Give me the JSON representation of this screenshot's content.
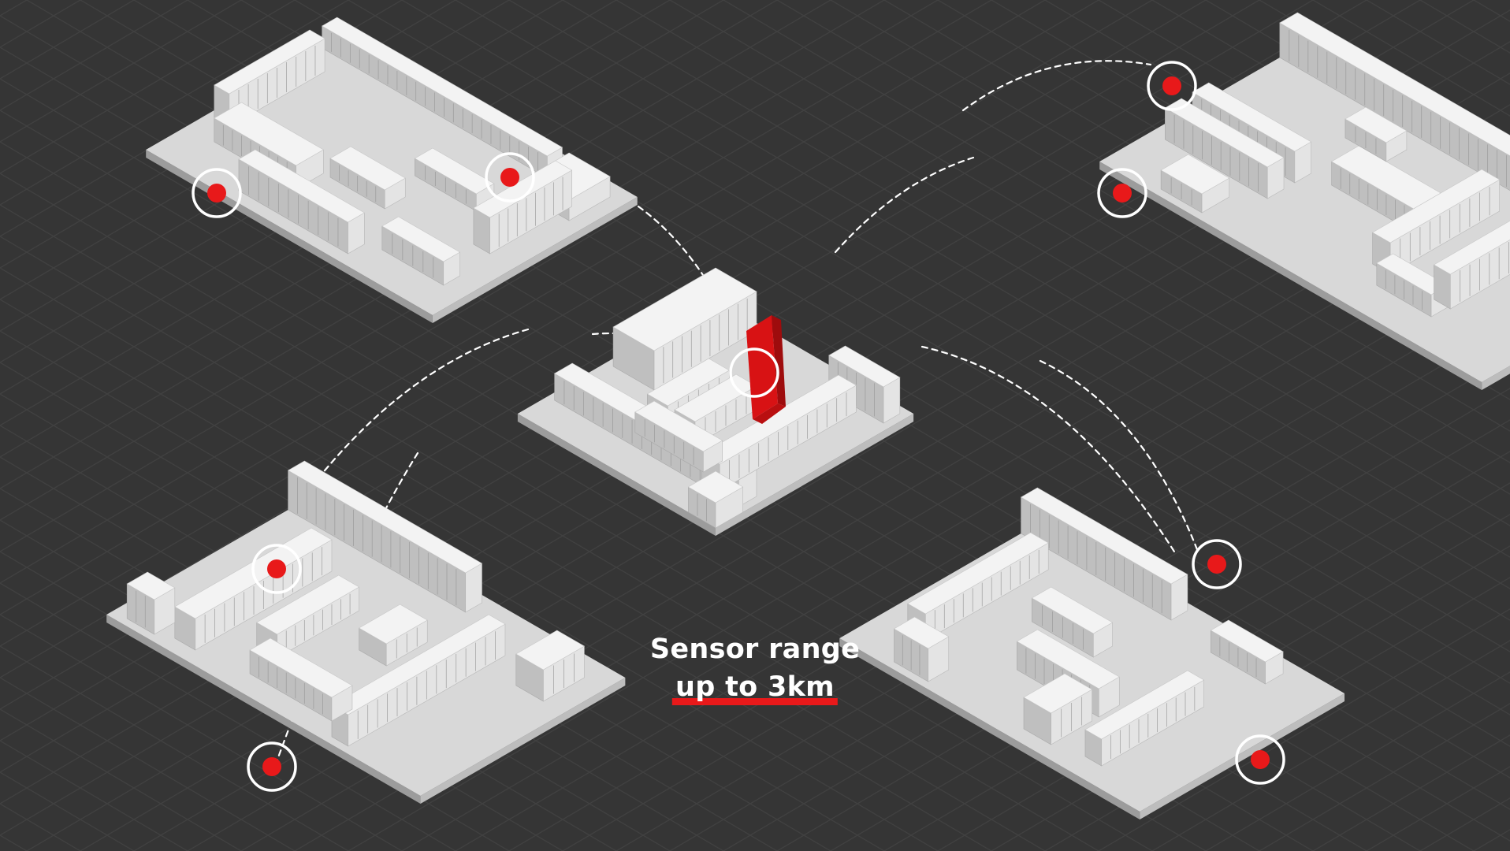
{
  "caption": {
    "line1": "Sensor range",
    "line2": "up to 3km",
    "underline_color": "#e8191a"
  },
  "colors": {
    "background": "#353535",
    "grid": "#424242",
    "floor": "#d9d9d9",
    "floor_side": "#a9a9a9",
    "shelf_top": "#f2f2f2",
    "shelf_left": "#c2c2c2",
    "shelf_right": "#e2e2e2",
    "sensor": "#e8191a",
    "ring": "#ffffff",
    "range_line": "#ffffff"
  },
  "stores": [
    {
      "name": "store-top-left",
      "sensors": 2
    },
    {
      "name": "store-top-right",
      "sensors": 2
    },
    {
      "name": "store-center-hub",
      "sensors": 1
    },
    {
      "name": "store-bottom-left",
      "sensors": 2
    },
    {
      "name": "store-bottom-right",
      "sensors": 2
    }
  ],
  "icons": [
    "sensor-marker-icon",
    "hub-device-icon",
    "range-arc-icon"
  ]
}
